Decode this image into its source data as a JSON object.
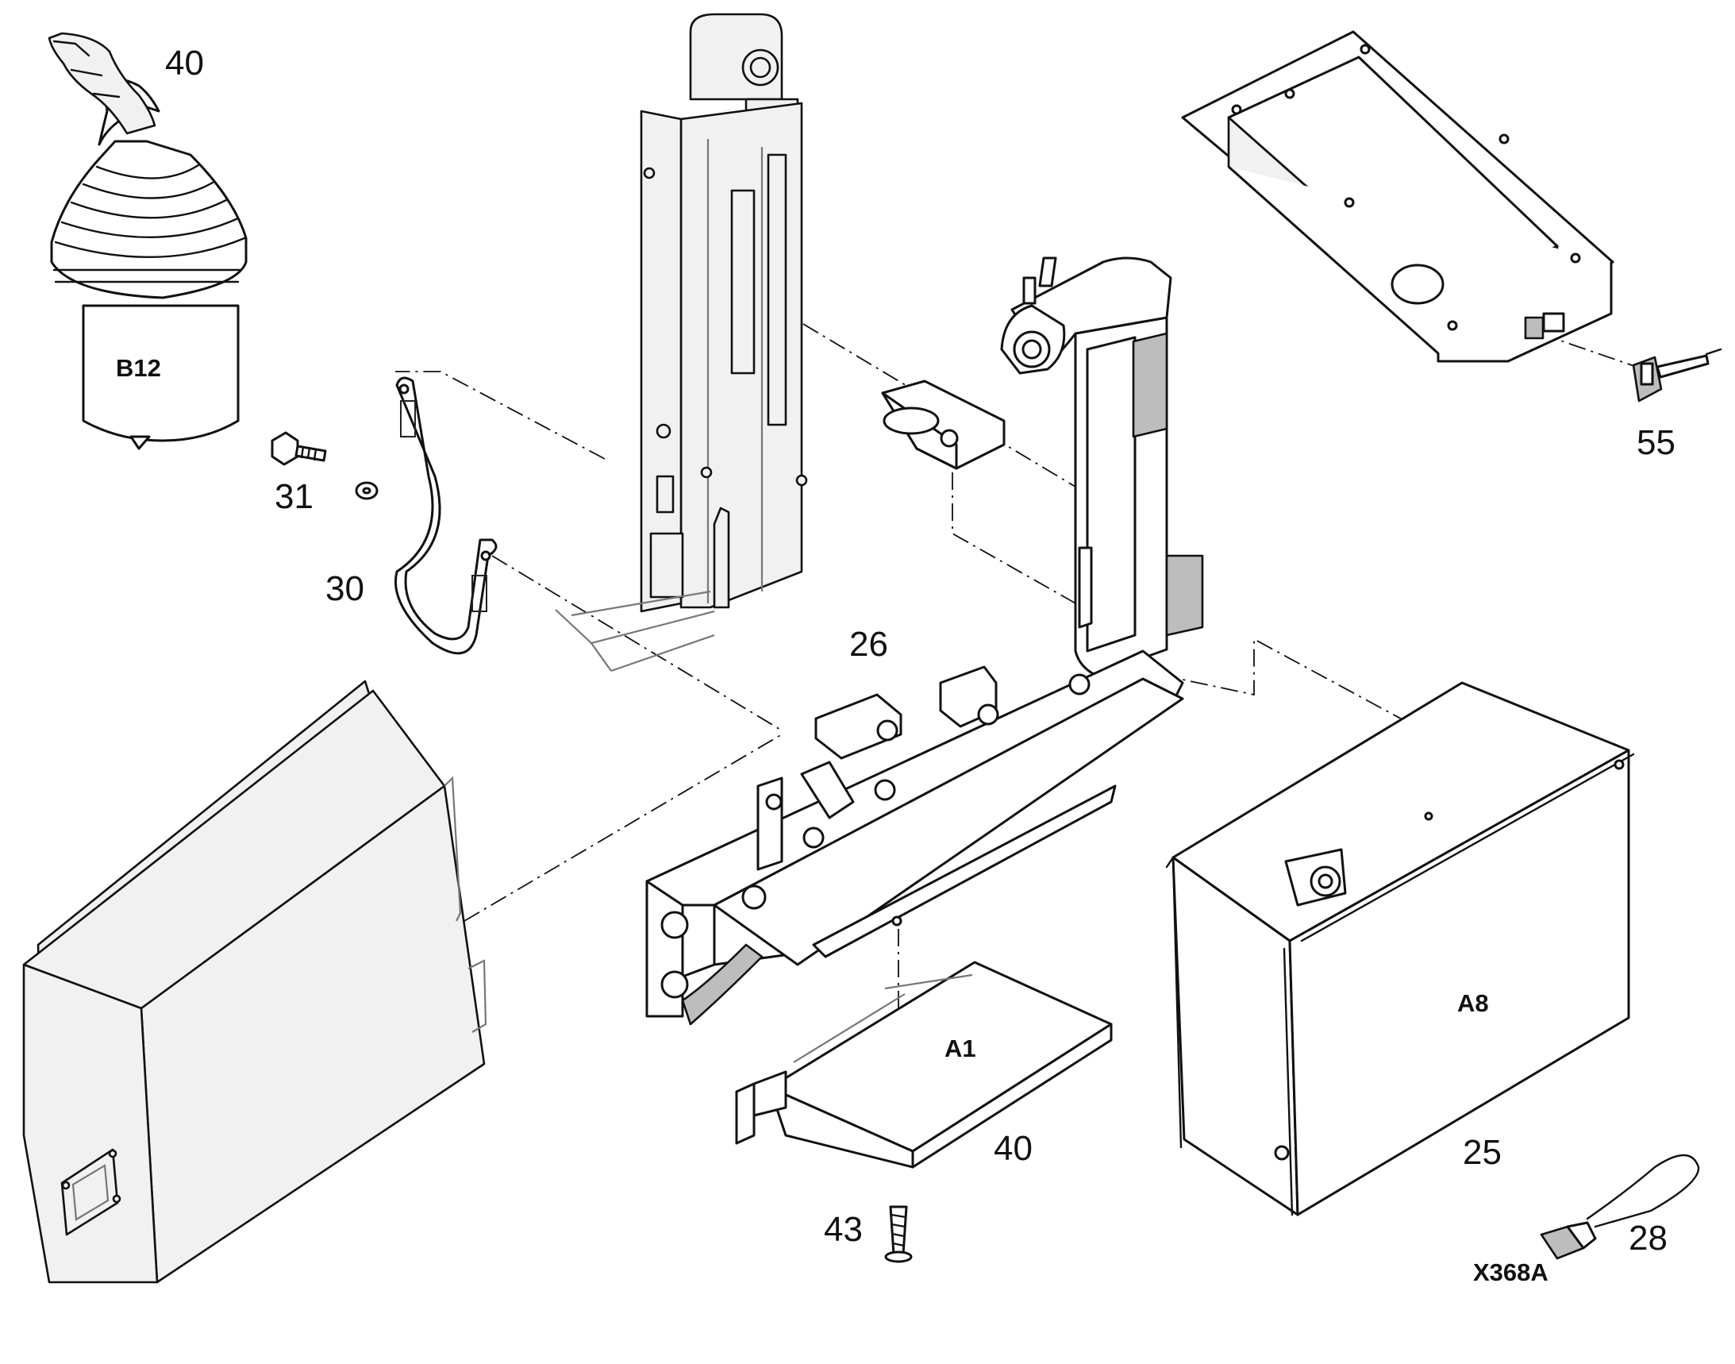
{
  "callouts": {
    "c40_joystick": "40",
    "c55": "55",
    "c31": "31",
    "c30": "30",
    "c26": "26",
    "c40_tray": "40",
    "c25": "25",
    "c43": "43",
    "c28": "28"
  },
  "refs": {
    "b12": "B12",
    "a1": "A1",
    "a8": "A8",
    "x368a": "X368A"
  }
}
